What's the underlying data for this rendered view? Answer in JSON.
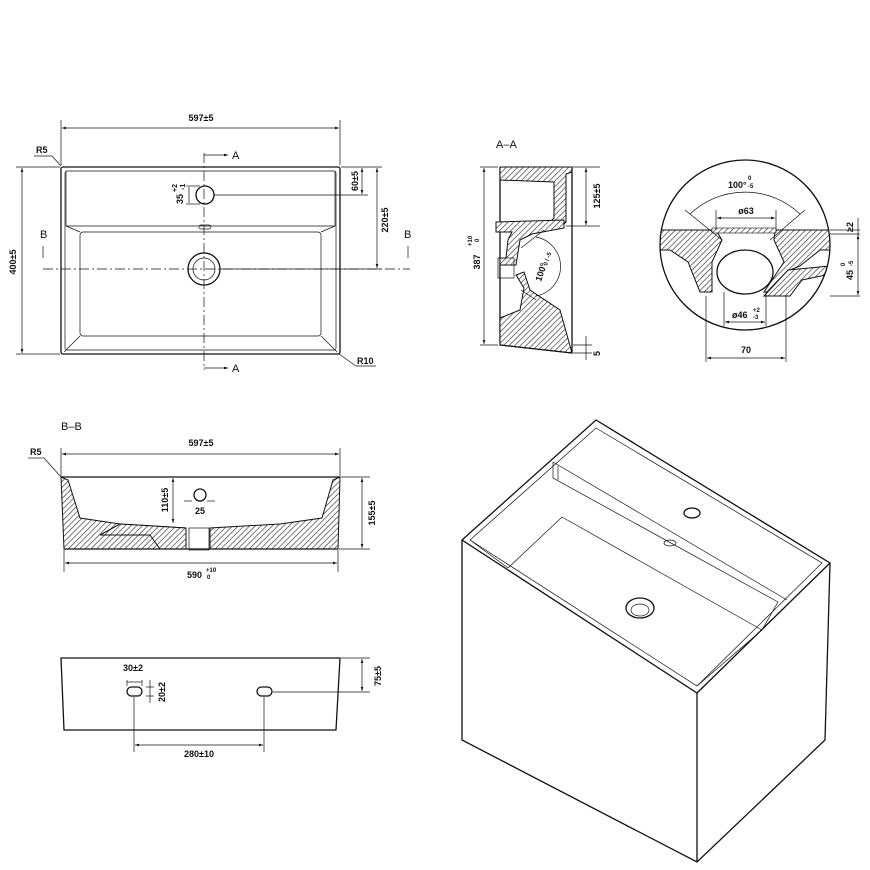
{
  "top_view": {
    "width": "597±5",
    "depth": "400±5",
    "tap_offset": "60±5",
    "drain_offset": "220±5",
    "tap_hole": "35",
    "tap_hole_tol_upper": "+2",
    "tap_hole_tol_lower": "-1",
    "corner_outer": "R5",
    "corner_inner": "R10",
    "section_a": "A",
    "section_b": "B"
  },
  "section_aa": {
    "title": "A–A",
    "height": "387",
    "height_tol_upper": "+10",
    "height_tol_lower": "0",
    "ledge": "125±5",
    "angle": "100°",
    "angle_tol": "0 / -5",
    "base": "5"
  },
  "detail": {
    "angle": "100°",
    "angle_tol_upper": "0",
    "angle_tol_lower": "-5",
    "diameter_top": "ø63",
    "diameter_bottom": "ø46",
    "diameter_bottom_tol_upper": "+2",
    "diameter_bottom_tol_lower": "-3",
    "width": "70",
    "step": "≥2",
    "depth": "45",
    "depth_tol_upper": "0",
    "depth_tol_lower": "-5"
  },
  "section_bb": {
    "title": "B–B",
    "width": "597±5",
    "corner": "R5",
    "overflow_height": "110±5",
    "overflow_dia": "25",
    "height": "155±5",
    "base_width": "590",
    "base_tol_upper": "+10",
    "base_tol_lower": "0"
  },
  "rear_view": {
    "slot_width": "30±2",
    "slot_height": "20±2",
    "slot_offset": "75±5",
    "slot_spacing": "280±10"
  }
}
